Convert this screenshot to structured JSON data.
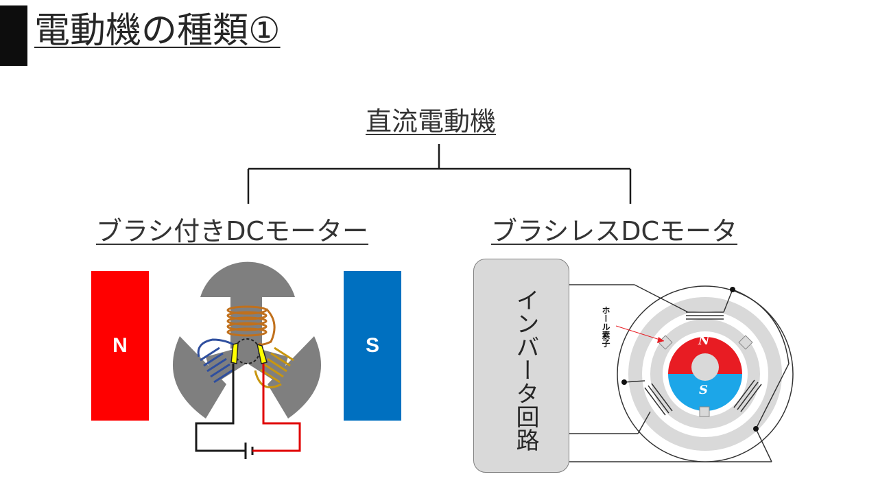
{
  "title": "電動機の種類①",
  "tree": {
    "root": "直流電動機",
    "left": "ブラシ付きDCモーター",
    "right": "ブラシレスDCモータ"
  },
  "brushed_diagram": {
    "north_label": "N",
    "south_label": "S"
  },
  "brushless_diagram": {
    "inverter_label": "インバータ回路",
    "hall_label": "ホール素子",
    "rotor_n": "N",
    "rotor_s": "S"
  },
  "colors": {
    "north": "#ff0000",
    "south": "#0070c0",
    "rotor_s": "#1ca6e8",
    "coil_orange": "#c0701c",
    "coil_blue": "#2f4f9f",
    "coil_gold": "#c8960f",
    "brush": "#ffff00"
  }
}
